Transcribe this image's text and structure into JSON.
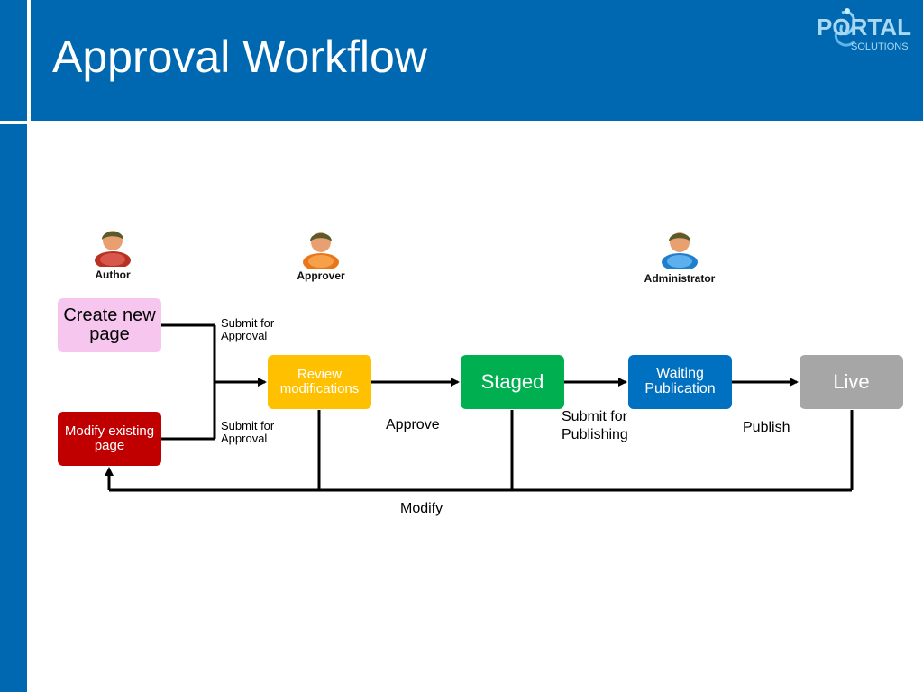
{
  "slide": {
    "title": "Approval Workflow"
  },
  "logo": {
    "line1": "PORTAL",
    "line2": "SOLUTIONS"
  },
  "roles": [
    {
      "label": "Author",
      "icon": "user-icon",
      "color": "#c0392b"
    },
    {
      "label": "Approver",
      "icon": "user-icon",
      "color": "#f07a1a"
    },
    {
      "label": "Administrator",
      "icon": "user-icon",
      "color": "#2e8fd6"
    }
  ],
  "nodes": {
    "create_page": {
      "label": "Create new page",
      "color": "#f7c6ef"
    },
    "modify_page": {
      "label": "Modify existing page",
      "color": "#c00000"
    },
    "review": {
      "label": "Review modifications",
      "color": "#ffc000"
    },
    "staged": {
      "label": "Staged",
      "color": "#00b050"
    },
    "waiting": {
      "label": "Waiting Publication",
      "color": "#0070c0"
    },
    "live": {
      "label": "Live",
      "color": "#a6a6a6"
    }
  },
  "edge_labels": {
    "submit_create": "Submit for Approval",
    "submit_modify": "Submit for Approval",
    "approve": "Approve",
    "submit_publishing": "Submit for Publishing",
    "publish": "Publish",
    "modify": "Modify"
  }
}
